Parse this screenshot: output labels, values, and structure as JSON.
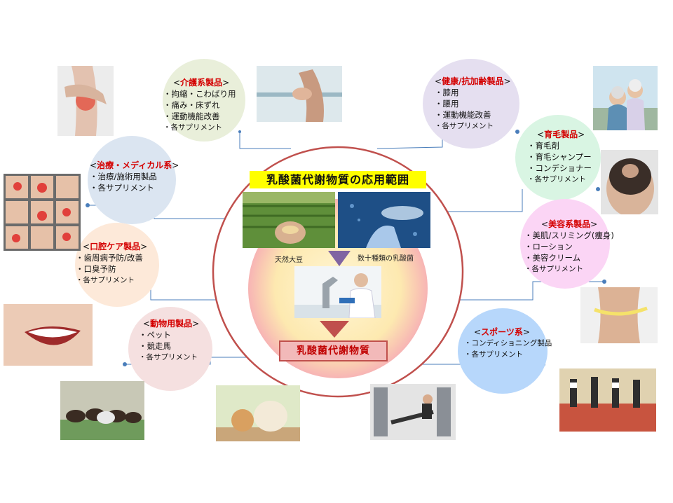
{
  "center": {
    "title": "乳酸菌代謝物質の応用範囲",
    "photo_left_caption": "天然大豆",
    "photo_right_caption": "数十種類の乳酸菌",
    "result_label": "乳酸菌代謝物質"
  },
  "categories": {
    "kaigo": {
      "title": "介護系製品",
      "items": [
        "・拘縮・こわばり用",
        "・痛み・床ずれ",
        "・運動機能改善"
      ],
      "small": "・各サプリメント"
    },
    "kenko": {
      "title": "健康/抗加齢製品",
      "items": [
        "・膝用",
        "・腰用",
        "・運動機能改善"
      ],
      "small": "・各サプリメント"
    },
    "iku": {
      "title": "育毛製品",
      "items": [
        "・育毛剤",
        "・育毛シャンプー",
        "・コンデショナー"
      ],
      "small": "・各サプリメント"
    },
    "chiryo": {
      "title": "治療・メディカル系",
      "items": [
        "・治療/施術用製品"
      ],
      "small": "・各サプリメント"
    },
    "biyo": {
      "title": "美容系製品",
      "items": [
        "・美肌/スリミング(痩身)",
        "・ローション",
        "・美容クリーム"
      ],
      "small": "・各サプリメント"
    },
    "koku": {
      "title": "口腔ケア製品",
      "items": [
        "・歯周病予防/改善",
        "・口臭予防"
      ],
      "small": "・各サプリメント"
    },
    "dobutsu": {
      "title": "動物用製品",
      "items": [
        "・ペット",
        "・競走馬"
      ],
      "small": "・各サプリメント"
    },
    "sports": {
      "title": "スポーツ系",
      "items": [
        "・コンディショニング製品"
      ],
      "small": "・各サプリメント"
    }
  },
  "colors": {
    "kaigo": "#e9efda",
    "kenko": "#e5dff0",
    "iku": "#d9f5e3",
    "chiryo": "#dbe5f1",
    "biyo": "#fbd5f5",
    "koku": "#fde9d9",
    "dobutsu": "#f5e0e0",
    "sports": "#b7d7fb",
    "center_ring": "#c0504d",
    "connector": "#4a7ebb"
  }
}
